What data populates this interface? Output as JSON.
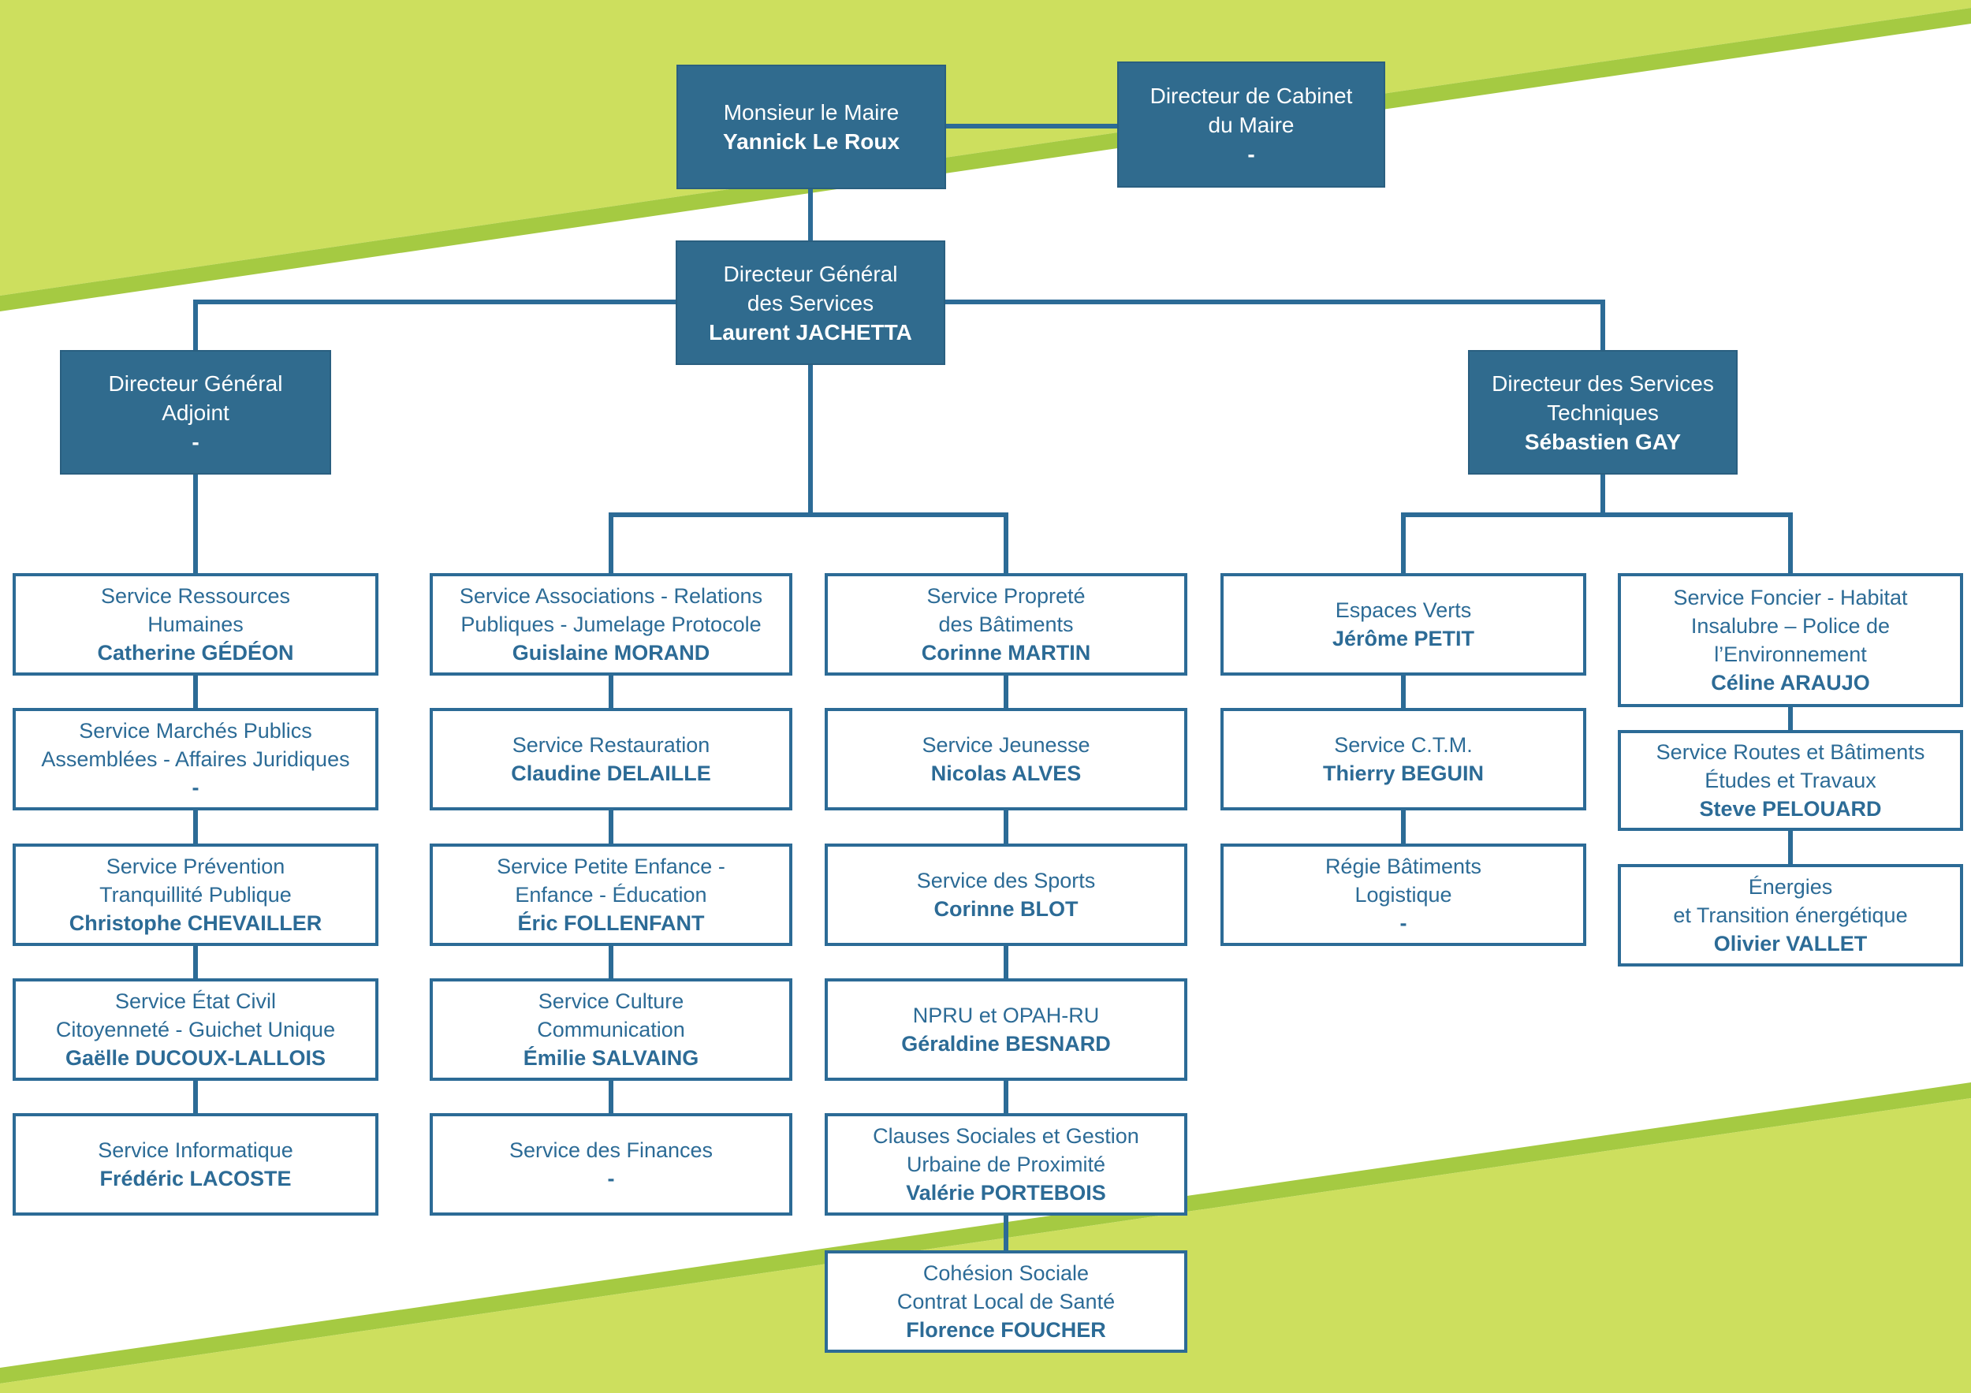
{
  "palette": {
    "box_blue": "#306b8e",
    "line_blue": "#2c6b96",
    "green_light": "#cddf5e",
    "green_dark": "#a5ca42"
  },
  "executives": {
    "maire": {
      "l1": "Monsieur le Maire",
      "name": "Yannick Le Roux"
    },
    "cabinet": {
      "l1": "Directeur de Cabinet",
      "l2": "du Maire",
      "name": "-"
    },
    "dgs": {
      "l1": "Directeur Général",
      "l2": "des Services",
      "name": "Laurent JACHETTA"
    },
    "dga": {
      "l1": "Directeur Général",
      "l2": "Adjoint",
      "name": "-"
    },
    "dst": {
      "l1": "Directeur des Services",
      "l2": "Techniques",
      "name": "Sébastien GAY"
    }
  },
  "services": {
    "col1": [
      {
        "l1": "Service Ressources",
        "l2": "Humaines",
        "name": "Catherine GÉDÉON"
      },
      {
        "l1": "Service Marchés Publics",
        "l2": "Assemblées - Affaires Juridiques",
        "name": "-"
      },
      {
        "l1": "Service Prévention",
        "l2": "Tranquillité Publique",
        "name": "Christophe CHEVAILLER"
      },
      {
        "l1": "Service État Civil",
        "l2": "Citoyenneté - Guichet Unique",
        "name": "Gaëlle DUCOUX-LALLOIS"
      },
      {
        "l1": "Service Informatique",
        "name": "Frédéric LACOSTE"
      }
    ],
    "col2": [
      {
        "l1": "Service Associations - Relations",
        "l2": "Publiques - Jumelage Protocole",
        "name": "Guislaine MORAND"
      },
      {
        "l1": "Service Restauration",
        "name": "Claudine DELAILLE"
      },
      {
        "l1": "Service Petite Enfance -",
        "l2": "Enfance - Éducation",
        "name": "Éric FOLLENFANT"
      },
      {
        "l1": "Service Culture",
        "l2": "Communication",
        "name": "Émilie SALVAING"
      },
      {
        "l1": "Service des Finances",
        "name": "-"
      }
    ],
    "col3": [
      {
        "l1": "Service Propreté",
        "l2": "des Bâtiments",
        "name": "Corinne MARTIN"
      },
      {
        "l1": "Service Jeunesse",
        "name": "Nicolas ALVES"
      },
      {
        "l1": "Service des Sports",
        "name": "Corinne BLOT"
      },
      {
        "l1": "NPRU et OPAH-RU",
        "name": "Géraldine BESNARD"
      },
      {
        "l1": "Clauses Sociales et Gestion",
        "l2": "Urbaine de Proximité",
        "name": "Valérie PORTEBOIS"
      },
      {
        "l1": "Cohésion Sociale",
        "l2": "Contrat Local de Santé",
        "name": "Florence FOUCHER"
      }
    ],
    "col4": [
      {
        "l1": "Espaces Verts",
        "name": "Jérôme PETIT"
      },
      {
        "l1": "Service C.T.M.",
        "name": "Thierry BEGUIN"
      },
      {
        "l1": "Régie Bâtiments",
        "l2": "Logistique",
        "name": "-"
      }
    ],
    "col5": [
      {
        "l1": "Service Foncier - Habitat",
        "l2": "Insalubre – Police de",
        "l3": "l’Environnement",
        "name": "Céline ARAUJO"
      },
      {
        "l1": "Service  Routes et Bâtiments",
        "l2": "Études et Travaux",
        "name": "Steve PELOUARD"
      },
      {
        "l1": "Énergies",
        "l2": "et Transition énergétique",
        "name": "Olivier VALLET"
      }
    ]
  }
}
